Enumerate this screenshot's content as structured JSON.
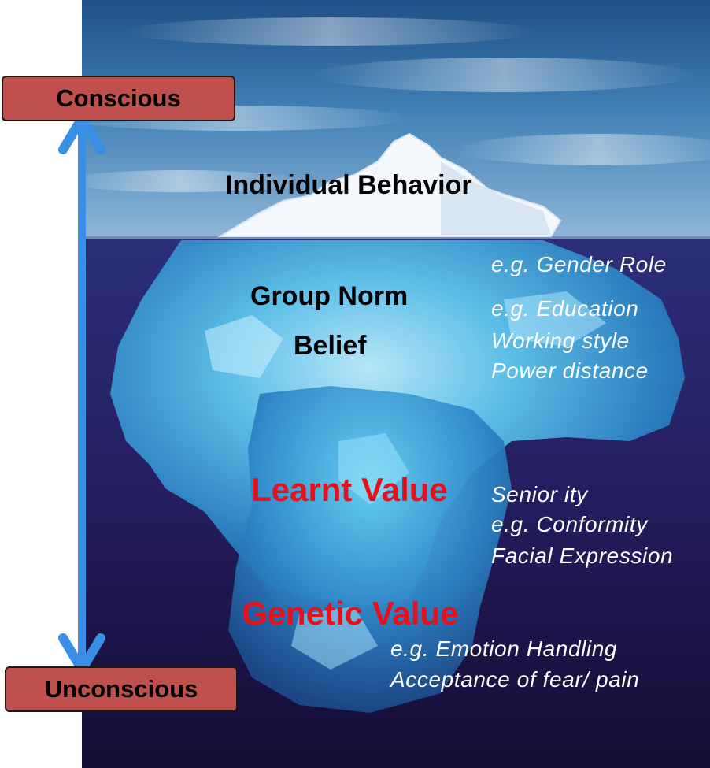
{
  "scale": {
    "top_label": "Conscious",
    "bottom_label": "Unconscious"
  },
  "levels": {
    "individual_behavior": "Individual Behavior",
    "group_norm": "Group Norm",
    "belief": "Belief",
    "learnt_value": "Learnt Value",
    "genetic_value": "Genetic Value"
  },
  "examples": {
    "gender_role": "e.g. Gender Role",
    "education": "e.g. Education",
    "working_style": "Working  style",
    "power_distance": "Power distance",
    "seniority": "Senior ity",
    "conformity": "e.g. Conformity",
    "facial_expression": "Facial Expression",
    "emotion_handling": "e.g. Emotion  Handling",
    "acceptance_fear": "Acceptance of fear/ pain"
  },
  "colors": {
    "box_fill": "#c0504d",
    "arrow": "#3a8ee6",
    "value_red": "#e8111b",
    "sky": "#2f6fa8",
    "deep_water": "#1a1440",
    "ice": "#5bc3ea"
  }
}
